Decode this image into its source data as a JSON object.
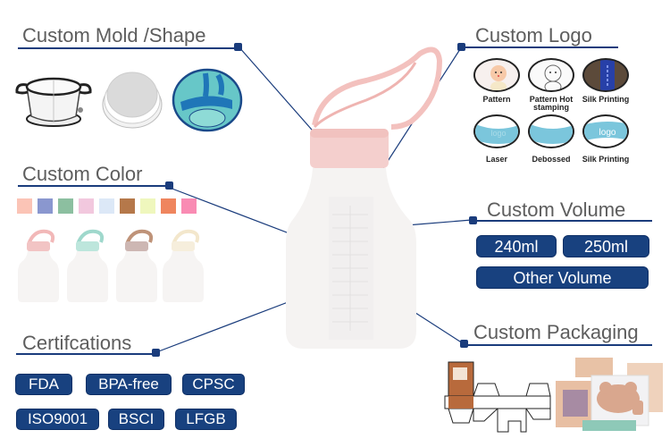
{
  "brand": {
    "accent": "#1a3c7c",
    "pill_bg": "#18417f",
    "title_color": "#5d5d5d"
  },
  "sections": {
    "mold": {
      "title": "Custom Mold /Shape",
      "images": [
        "pot-mold-render",
        "lid-mold-render",
        "divided-plate-mold-render"
      ]
    },
    "logo": {
      "title": "Custom Logo",
      "options": [
        {
          "label": "Pattern",
          "label2": ""
        },
        {
          "label": "Pattern Hot",
          "label2": "stamping"
        },
        {
          "label": "Silk Printing",
          "label2": ""
        },
        {
          "label": "Laser",
          "label2": ""
        },
        {
          "label": "Debossed",
          "label2": ""
        },
        {
          "label": "Silk Printing",
          "label2": ""
        }
      ],
      "sample_text": "logo"
    },
    "color": {
      "title": "Custom Color",
      "swatches": [
        "#fbc4b6",
        "#8a97cf",
        "#8cbfa0",
        "#f2c8de",
        "#dce8f7",
        "#b5784a",
        "#eff7bd",
        "#ef855e",
        "#f98bb3"
      ],
      "bottle_cap_colors": [
        "#f2b8b8",
        "#9fd8cc",
        "#bf9379",
        "#f3e7cc"
      ]
    },
    "volume": {
      "title": "Custom Volume",
      "options": [
        "240ml",
        "250ml",
        "Other Volume"
      ]
    },
    "certifications": {
      "title": "Certifcations",
      "badges_row1": [
        "FDA",
        "BPA-free",
        "CPSC"
      ],
      "badges_row2": [
        "ISO9001",
        "BSCI",
        "LFGB"
      ]
    },
    "packaging": {
      "title": "Custom Packaging"
    }
  },
  "product": {
    "name": "silicone-milk-bottle",
    "cap_color": "#f3c1be",
    "body_color": "#f6f4f3"
  }
}
